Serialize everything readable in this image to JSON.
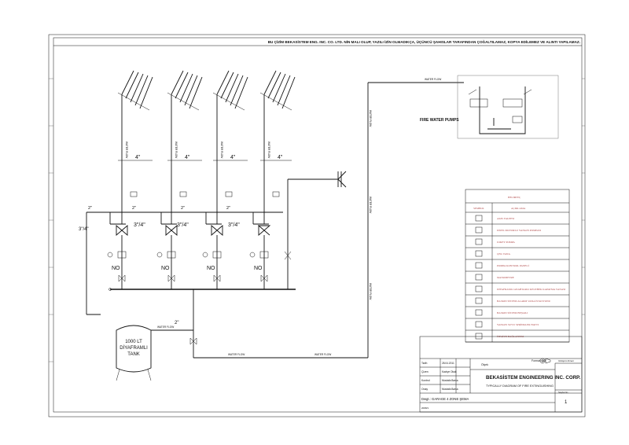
{
  "title_bar": {
    "notice": "BU ÇİZİM BEKASİSTEM ENG. INC. CO. LTD. NİN MALI OLUP, YAZILI İZİN OLMADIKÇA, ÜÇÜNCÜ ŞAHISLAR TARAFINDAN ÇOĞALTILAMAZ, KOPYA EDİLEMEZ VE ALINTI YAPILAMAZ."
  },
  "pipe_sizes": {
    "riser_top": "4\"",
    "header": "2\"",
    "branch": "3\"/4\"",
    "left_riser": "3\"/4\"",
    "tank_line": "2\""
  },
  "flow_labels": {
    "water_flow": "WATER FLOW"
  },
  "valve_states": {
    "normally_open": "NO"
  },
  "tank": {
    "line1": "1000 LT",
    "line2": "DİYAFRAMLI",
    "line3": "TANK"
  },
  "pumps": {
    "label": "FIRE WATER PUMPS"
  },
  "legend": {
    "title": "HELİRTEÇ",
    "col_symbol": "SEMBOL",
    "col_desc": "AÇIKLAMA",
    "items": [
      {
        "icon": "flow-arrow-icon",
        "text": "AKIS YALPESI"
      },
      {
        "icon": "electric-pump-icon",
        "text": "DİZEL MOTORLU YANGIN POMPASI"
      },
      {
        "icon": "jockey-pump-icon",
        "text": "JOKEY POMPA"
      },
      {
        "icon": "check-valve-icon",
        "text": "ÇEK VANA"
      },
      {
        "icon": "control-panel-icon",
        "text": "POMPA KONTROL PANELİ"
      },
      {
        "icon": "manometer-icon",
        "text": "MANOMETRE"
      },
      {
        "icon": "flow-switch-icon",
        "text": "DİYAFRAMLI ANAHTARLI KELEBEK KAPATMA VANASI"
      },
      {
        "icon": "alarm-valve-icon",
        "text": "BASKIN SİSTEM ALARM VANA İSTASYONU"
      },
      {
        "icon": "sprinkler-icon",
        "text": "BASKIN SİSTEM BEŞGILI"
      },
      {
        "icon": "sprinkler-line-icon",
        "text": "YANGIN SUYU SPRİNKLER HATTI"
      },
      {
        "icon": "fire-dept-connection-icon",
        "text": "İTFAİYE BAĞLANTISI"
      }
    ]
  },
  "title_block": {
    "company": "BEKASİSTEM ENGINEERING INC. CORP.",
    "drawing_title": "TYPICALLY DIAGRAM OF FIRE EXTINGUISHING",
    "drawing_name": "Dwgt.: GARAGE 4 ZONE ŞEMA",
    "scale_label": "Ölçek",
    "format_label": "Format : A3",
    "projection_label": "Izdüşüm Dzeni",
    "sheet_label": "Sayfa No :",
    "sheet_no": "1",
    "rows": [
      {
        "label": "Tarih",
        "value": "28.04.2011"
      },
      {
        "label": "Çizen",
        "value": "Kadrye Okak"
      },
      {
        "label": "Kontrol",
        "value": "Mustafa Barsa"
      },
      {
        "label": "Onay",
        "value": "Mustafa Barsa"
      }
    ],
    "doc_code": "2008/1"
  }
}
